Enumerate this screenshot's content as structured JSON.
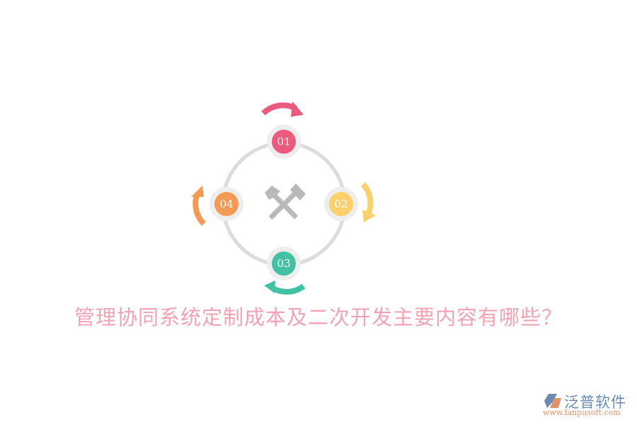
{
  "title": "管理协同系统定制成本及二次开发主要内容有哪些？",
  "colors": {
    "title": "#f2a3b3",
    "ring": "#dcdcdc",
    "node_outer": "#eeeeef",
    "center_icon": "#b9b9b9",
    "step1": "#ec5a7e",
    "step2": "#fdd06e",
    "step3": "#43c1a3",
    "step4": "#f59a55"
  },
  "steps": [
    {
      "label": "01",
      "color": "#ec5a7e",
      "position": "top"
    },
    {
      "label": "02",
      "color": "#fdd06e",
      "position": "right"
    },
    {
      "label": "03",
      "color": "#43c1a3",
      "position": "bottom"
    },
    {
      "label": "04",
      "color": "#f59a55",
      "position": "left"
    }
  ],
  "center_icon": "crossed-hammers-icon",
  "logo": {
    "name": "泛普软件",
    "url": "www.fanpusoft.com"
  }
}
